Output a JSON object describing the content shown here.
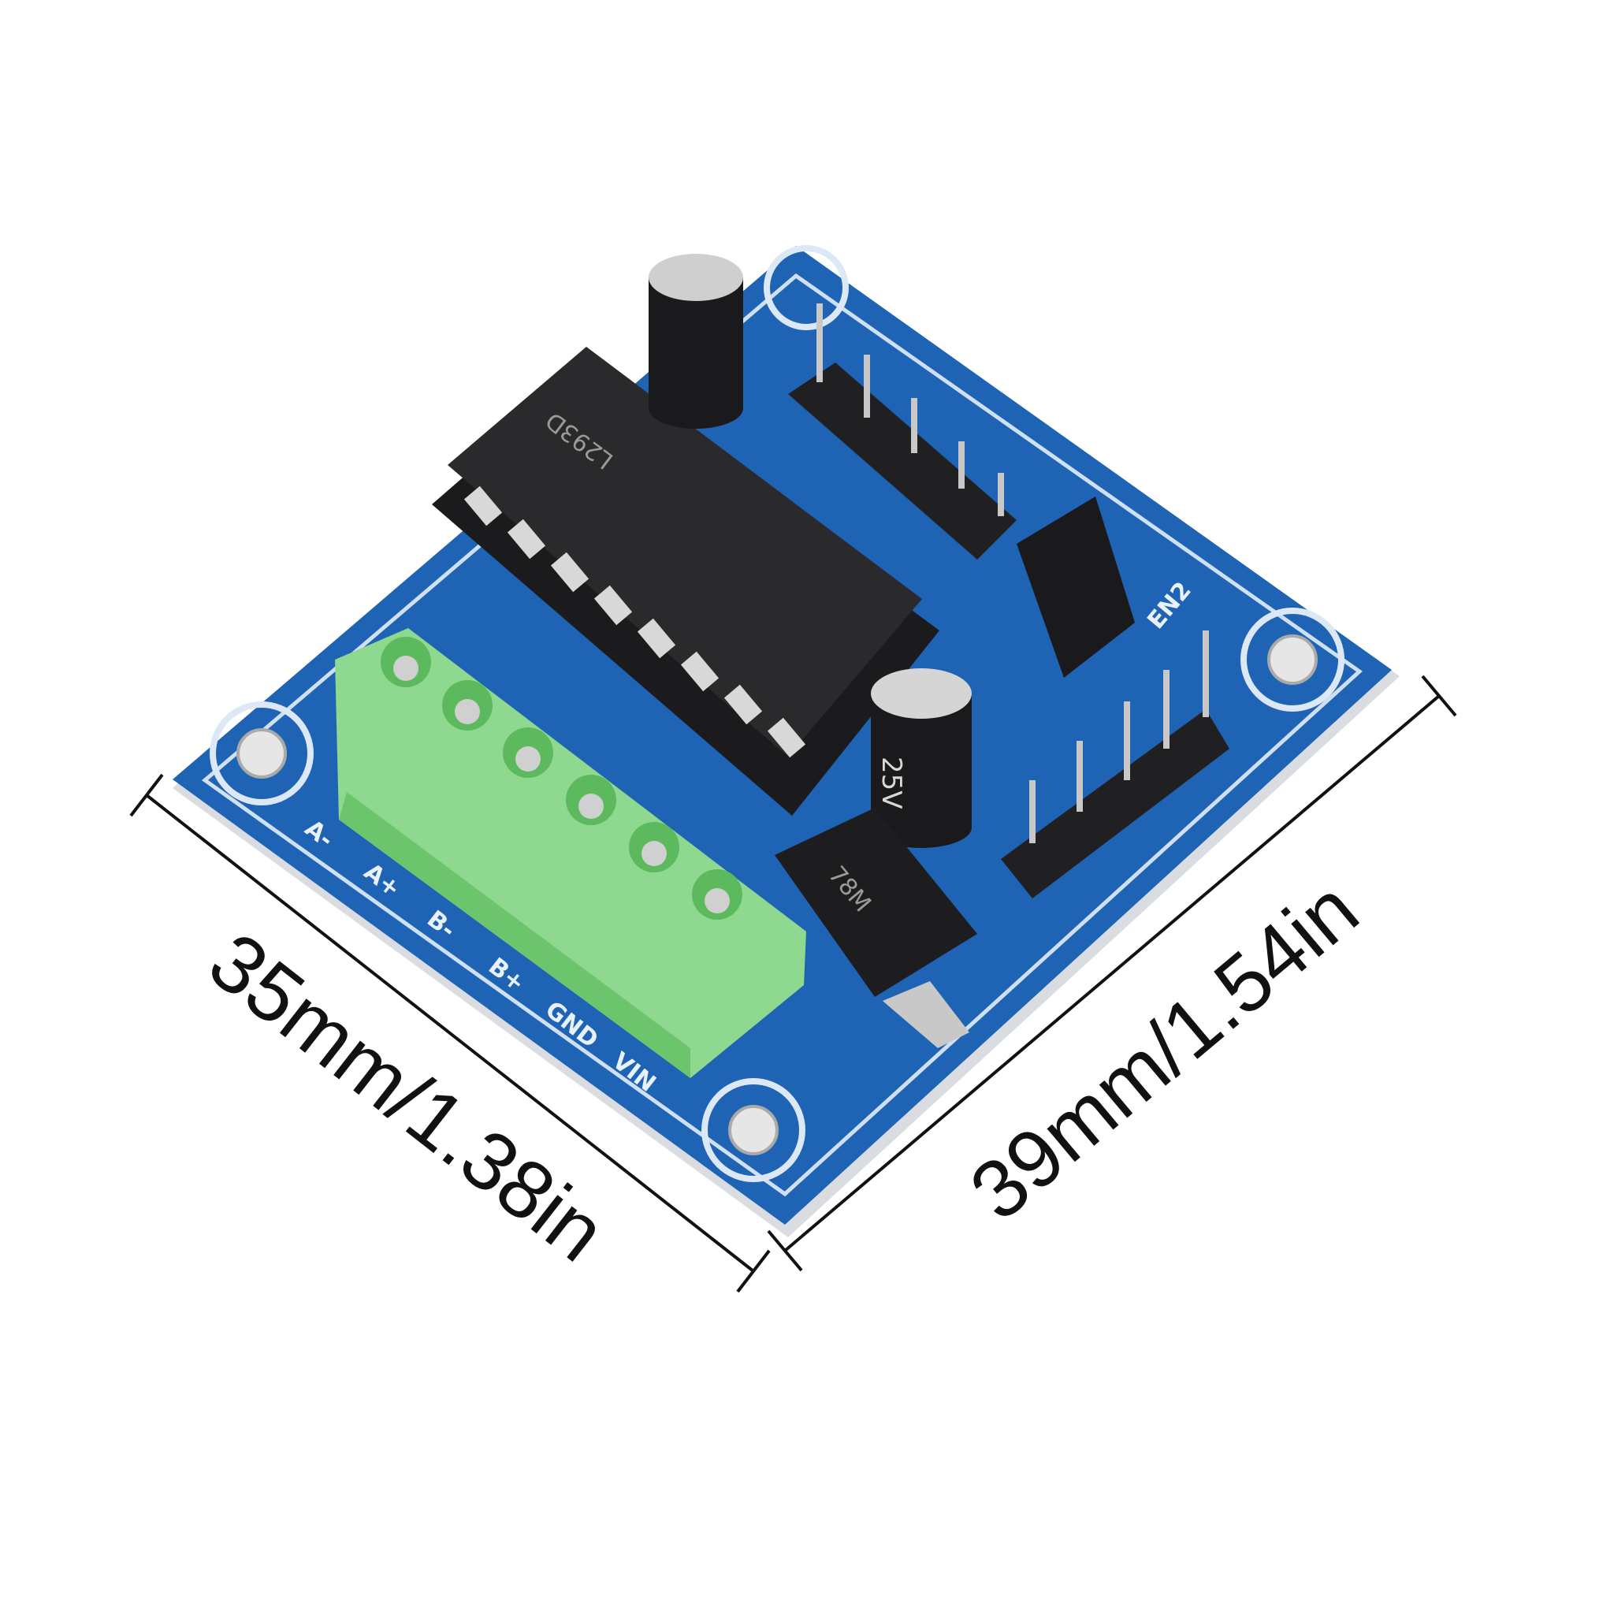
{
  "dimensions": {
    "width_label": "35mm/1.38in",
    "height_label": "39mm/1.54in"
  },
  "board": {
    "chip_label": "L293D",
    "capacitor_label": "25V",
    "regulator_label": "78M",
    "terminal_labels": [
      "A-",
      "A+",
      "B-",
      "B+",
      "GND",
      "VIN"
    ],
    "header_label": "EN2",
    "colors": {
      "pcb": "#1f63b5",
      "terminal": "#8fd88f",
      "chip": "#2a2a2c"
    }
  }
}
